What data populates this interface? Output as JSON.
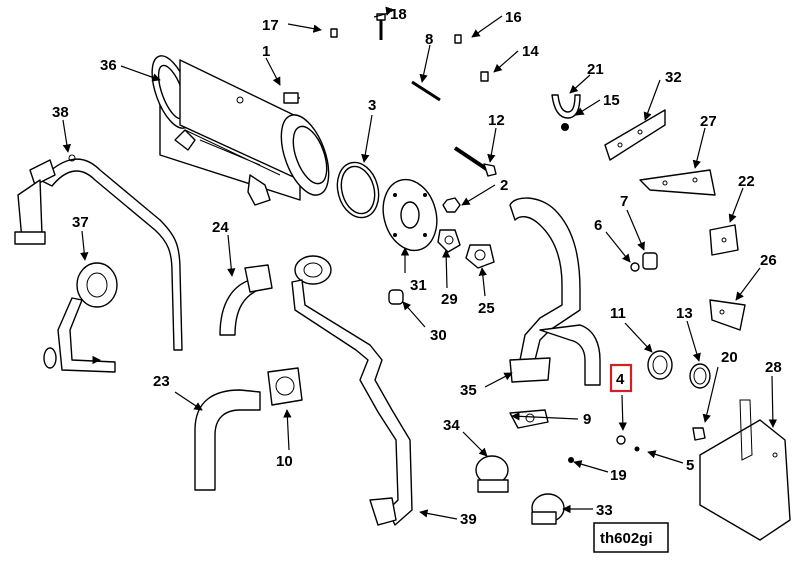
{
  "figure_id": "th602gi",
  "highlight_color": "#d62020",
  "highlighted_callout": "4",
  "callouts": {
    "c1": "1",
    "c2": "2",
    "c3": "3",
    "c4": "4",
    "c5": "5",
    "c6": "6",
    "c7": "7",
    "c8": "8",
    "c9": "9",
    "c10": "10",
    "c11": "11",
    "c12": "12",
    "c13": "13",
    "c14": "14",
    "c15": "15",
    "c16": "16",
    "c17": "17",
    "c18": "18",
    "c19": "19",
    "c20": "20",
    "c21": "21",
    "c22": "22",
    "c23": "23",
    "c24": "24",
    "c25": "25",
    "c26": "26",
    "c27": "27",
    "c28": "28",
    "c29": "29",
    "c30": "30",
    "c31": "31",
    "c32": "32",
    "c33": "33",
    "c34": "34",
    "c35": "35",
    "c36": "36",
    "c37": "37",
    "c38": "38",
    "c39": "39"
  }
}
